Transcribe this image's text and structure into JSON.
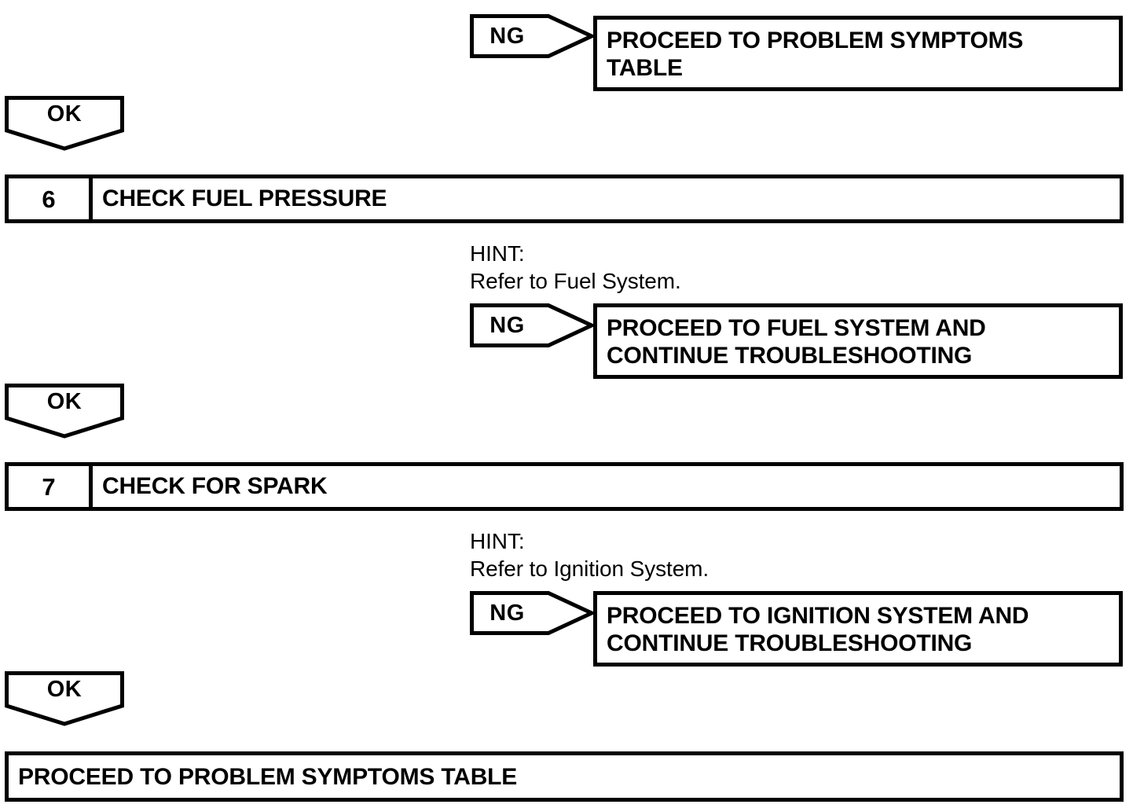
{
  "document": {
    "type": "troubleshooting-flowchart",
    "title": "Engine Troubleshooting Flowchart (Steps 6-7)"
  },
  "nodes": {
    "ng_1": {
      "label": "NG",
      "result_lines": [
        "PROCEED TO PROBLEM SYMPTOMS",
        "TABLE"
      ]
    },
    "ok_1": {
      "label": "OK"
    },
    "step_6": {
      "number": "6",
      "title": "CHECK FUEL PRESSURE",
      "hint_label": "HINT:",
      "hint_text": "Refer to Fuel System."
    },
    "ng_2": {
      "label": "NG",
      "result_lines": [
        "PROCEED TO FUEL SYSTEM AND",
        "CONTINUE TROUBLESHOOTING"
      ]
    },
    "ok_2": {
      "label": "OK"
    },
    "step_7": {
      "number": "7",
      "title": "CHECK FOR SPARK",
      "hint_label": "HINT:",
      "hint_text": "Refer to Ignition System."
    },
    "ng_3": {
      "label": "NG",
      "result_lines": [
        "PROCEED TO IGNITION SYSTEM AND",
        "CONTINUE TROUBLESHOOTING"
      ]
    },
    "ok_3": {
      "label": "OK"
    },
    "final": {
      "text": "PROCEED TO PROBLEM SYMPTOMS TABLE"
    }
  },
  "colors": {
    "stroke": "#000000",
    "background": "#ffffff",
    "text": "#000000"
  }
}
